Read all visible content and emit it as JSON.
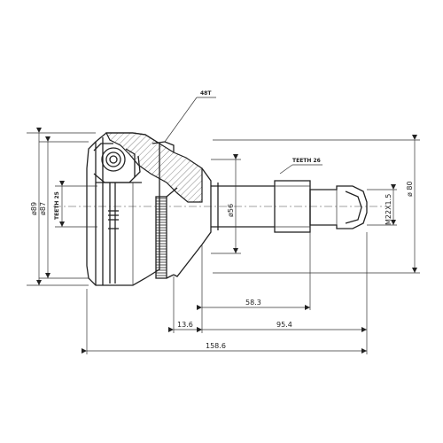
{
  "labels": {
    "spline_48t": "48T",
    "teeth_26": "TEETH 26",
    "teeth_25": "TEETH 25",
    "dia_89": "ø89",
    "dia_87": "ø87",
    "dia_56": "ø56",
    "dia_80": "ø 80",
    "thread": "M22X1.5",
    "len_58_3": "58.3",
    "len_13_6": "13.6",
    "len_95_4": "95.4",
    "len_158_6": "158.6"
  }
}
